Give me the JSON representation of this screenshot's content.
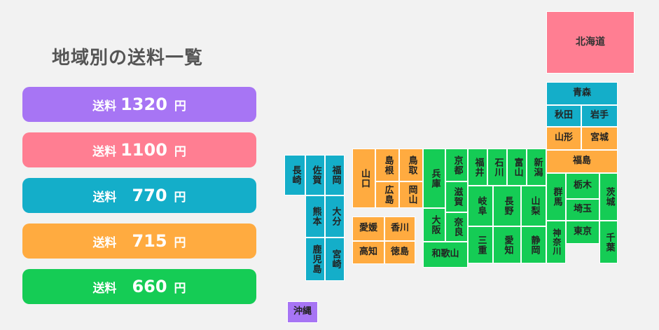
{
  "title": "地域別の送料一覧",
  "colors": {
    "purple": "#a775f4",
    "pink": "#ff7e92",
    "blue": "#14aec9",
    "orange": "#ffab40",
    "green": "#15cc55"
  },
  "rates": [
    {
      "label": "送料",
      "amount": "1320",
      "unit": "円",
      "color": "purple"
    },
    {
      "label": "送料",
      "amount": "1100",
      "unit": "円",
      "color": "pink"
    },
    {
      "label": "送料",
      "amount": "770",
      "unit": "円",
      "color": "blue"
    },
    {
      "label": "送料",
      "amount": "715",
      "unit": "円",
      "color": "orange"
    },
    {
      "label": "送料",
      "amount": "660",
      "unit": "円",
      "color": "green"
    }
  ],
  "prefectures": {
    "hokkaido": "北海道",
    "aomori": "青森",
    "akita": "秋田",
    "iwate": "岩手",
    "yamagata": "山形",
    "miyagi": "宮城",
    "fukushima": "福島",
    "niigata": "新潟",
    "toyama": "富山",
    "ishikawa": "石川",
    "fukui": "福井",
    "nagano": "長野",
    "yamanashi": "山梨",
    "gifu": "岐阜",
    "aichi": "愛知",
    "shizuoka": "静岡",
    "gunma": "群馬",
    "tochigi": "栃木",
    "ibaraki": "茨城",
    "saitama": "埼玉",
    "tokyo": "東京",
    "chiba": "千葉",
    "kanagawa": "神奈川",
    "kyoto": "京都",
    "shiga": "滋賀",
    "nara": "奈良",
    "mie": "三重",
    "osaka": "大阪",
    "hyogo": "兵庫",
    "wakayama": "和歌山",
    "tottori": "鳥取",
    "shimane": "島根",
    "okayama": "岡山",
    "hiroshima": "広島",
    "yamaguchi": "山口",
    "kagawa": "香川",
    "ehime": "愛媛",
    "tokushima": "徳島",
    "kochi": "高知",
    "fukuoka": "福岡",
    "saga": "佐賀",
    "nagasaki": "長崎",
    "oita": "大分",
    "kumamoto": "熊本",
    "miyazaki": "宮崎",
    "kagoshima": "鹿児島",
    "okinawa": "沖縄"
  }
}
